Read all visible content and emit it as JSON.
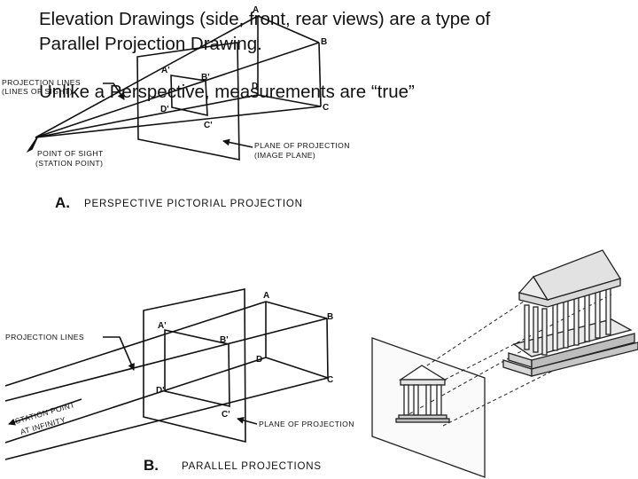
{
  "slide": {
    "line1": "Elevation Drawings (side, front, rear views) are a type of",
    "line2": "Parallel Projection Drawing.",
    "line3": "Unlike a Perspective, measurements are “true”"
  },
  "figure_a": {
    "letter": "A.",
    "title": "PERSPECTIVE PICTORIAL PROJECTION",
    "projection_lines_1": "PROJECTION LINES",
    "projection_lines_2": "(LINES OF SIGHT)",
    "point_of_sight_1": "POINT OF SIGHT",
    "point_of_sight_2": "(STATION POINT)",
    "plane_1": "PLANE OF PROJECTION",
    "plane_2": "(IMAGE PLANE)",
    "pt_A": "A",
    "pt_B": "B",
    "pt_C": "C",
    "pt_D": "D",
    "pt_A1": "A'",
    "pt_B1": "B'",
    "pt_C1": "C'",
    "pt_D1": "D'"
  },
  "figure_b": {
    "letter": "B.",
    "title": "PARALLEL PROJECTIONS",
    "projection_lines": "PROJECTION LINES",
    "station_1": "STATION POINT",
    "station_2": "AT INFINITY",
    "plane": "PLANE OF PROJECTION",
    "pt_A": "A",
    "pt_B": "B",
    "pt_C": "C",
    "pt_D": "D",
    "pt_A1": "A'",
    "pt_B1": "B'",
    "pt_C1": "C'",
    "pt_D1": "D'"
  }
}
